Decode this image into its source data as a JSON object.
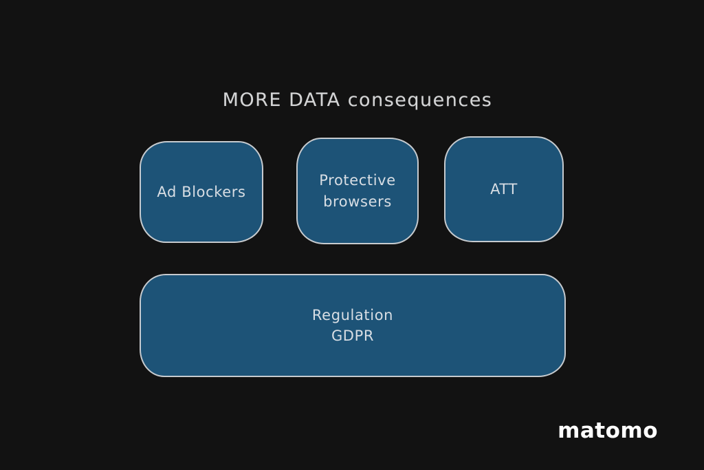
{
  "slide": {
    "title": "MORE DATA consequences",
    "boxes": [
      {
        "id": "ad-blockers",
        "lines": [
          "Ad Blockers"
        ]
      },
      {
        "id": "protective-browsers",
        "lines": [
          "Protective",
          "browsers"
        ]
      },
      {
        "id": "att",
        "lines": [
          "ATT"
        ]
      },
      {
        "id": "regulation-gdpr",
        "lines": [
          "Regulation",
          "GDPR"
        ]
      }
    ],
    "colors": {
      "background": "#121212",
      "box_fill": "#1d5377",
      "box_border": "#c7cbcf",
      "box_text": "#d8dee4",
      "title_text": "#d4d5d6",
      "logo_text": "#ffffff"
    }
  },
  "watermark": {
    "brand": "matomo"
  }
}
